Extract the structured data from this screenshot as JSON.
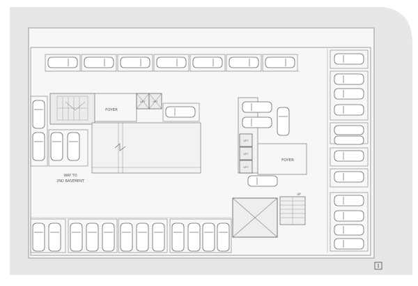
{
  "labels": {
    "foyer_left": "FOYER",
    "foyer_right": "FOYER",
    "way_line1": "WAY TO",
    "way_line2": "2ND BASEMENT",
    "lift": "LIFT",
    "up": "UP"
  },
  "colors": {
    "site": "#e7e7e7",
    "floor": "#f7f7f7",
    "line": "#8a8a8a",
    "car": "#666666",
    "core": "#ececec"
  }
}
